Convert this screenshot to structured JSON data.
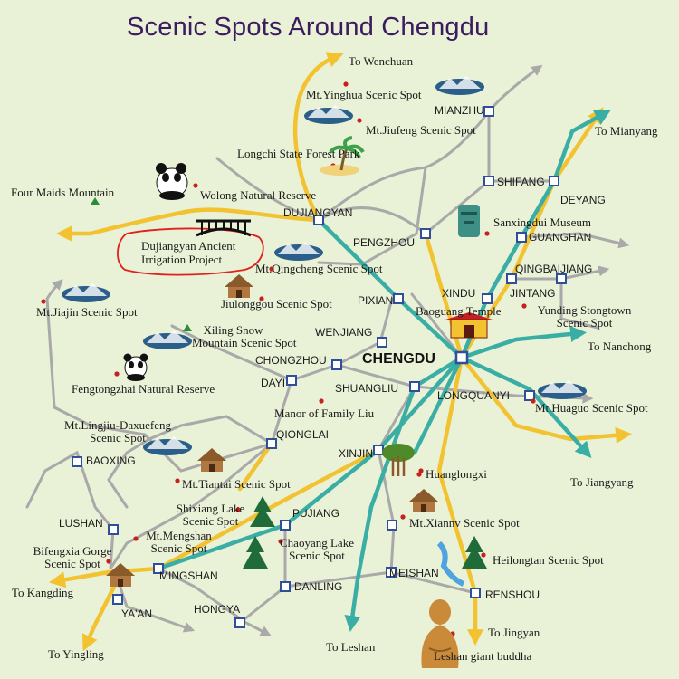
{
  "title": "Scenic Spots Around Chengdu",
  "colors": {
    "background": "#e9f1d6",
    "title": "#3b1d5e",
    "yellow_route": "#f2c230",
    "teal_route": "#3aaea5",
    "grey_road": "#a9a9a9",
    "city_square": "#2f4f9a",
    "spot_dot": "#c8201e",
    "mountain_triangle": "#2e8b3c",
    "highlight": "#e0201c"
  },
  "cities": {
    "chengdu": "CHENGDU",
    "mianzhu": "MIANZHU",
    "shifang": "SHIFANG",
    "deyang": "DEYANG",
    "dujiangyan": "DUJIANGYAN",
    "pengzhou": "PENGZHOU",
    "guanghan": "GUANGHAN",
    "qingbaijiang": "QINGBAIJIANG",
    "xindu": "XINDU",
    "jintang": "JINTANG",
    "pixian": "PIXIAN",
    "wenjiang": "WENJIANG",
    "chongzhou": "CHONGZHOU",
    "dayi": "DAYI",
    "shuangliu": "SHUANGLIU",
    "longquanyi": "LONGQUANYI",
    "qionglai": "QIONGLAI",
    "xinjin": "XINJIN",
    "baoxing": "BAOXING",
    "lushan": "LUSHAN",
    "pujiang": "PUJIANG",
    "mingshan": "MINGSHAN",
    "yaan": "YA'AN",
    "danling": "DANLING",
    "meishan": "MEISHAN",
    "hongya": "HONGYA",
    "renshou": "RENSHOU"
  },
  "destinations": {
    "wenchuan": "To Wenchuan",
    "mianyang": "To Mianyang",
    "nanchong": "To Nanchong",
    "jiangyang": "To Jiangyang",
    "jingyan": "To Jingyan",
    "leshan": "To Leshan",
    "kangding": "To Kangding",
    "yingling": "To Yingling"
  },
  "spots": {
    "yinghua": "Mt.Yinghua Scenic Spot",
    "jiufeng": "Mt.Jiufeng Scenic Spot",
    "longchi": "Longchi State Forest Park",
    "four_maids": "Four Maids Mountain",
    "wolong": "Wolong Natural Reserve",
    "sanxingdui": "Sanxingdui Museum",
    "dujiangyan_line1": "Dujiangyan Ancient",
    "dujiangyan_line2": "Irrigation Project",
    "qingcheng": "Mt.Qingcheng Scenic Spot",
    "jiulonggou": "Jiulonggou Scenic Spot",
    "jiajin": "Mt.Jiajin Scenic Spot",
    "baoguang": "Baoguang Temple",
    "yunding_line1": "Yunding Stongtown",
    "yunding_line2": "Scenic Spot",
    "xiling_line1": "Xiling Snow",
    "xiling_line2": "Mountain Scenic Spot",
    "fengtongzhai": "Fengtongzhai Natural Reserve",
    "huaguo": "Mt.Huaguo Scenic Spot",
    "family_liu": "Manor of Family Liu",
    "lingjiu_line1": "Mt.Lingjiu-Daxuefeng",
    "lingjiu_line2": "Scenic Spot",
    "tiantai": "Mt.Tiantai Scenic Spot",
    "huanglongxi": "Huanglongxi",
    "shixiang_line1": "Shixiang Lake",
    "shixiang_line2": "Scenic Spot",
    "xiannv": "Mt.Xiannv Scenic Spot",
    "mengshan_line1": "Mt.Mengshan",
    "mengshan_line2": "Scenic Spot",
    "chaoyang_line1": "Chaoyang Lake",
    "chaoyang_line2": "Scenic Spot",
    "bifengxia_line1": "Bifengxia Gorge",
    "bifengxia_line2": "Scenic Spot",
    "heilongtan": "Heilongtan Scenic Spot",
    "leshan_buddha": "Leshan giant buddha"
  }
}
